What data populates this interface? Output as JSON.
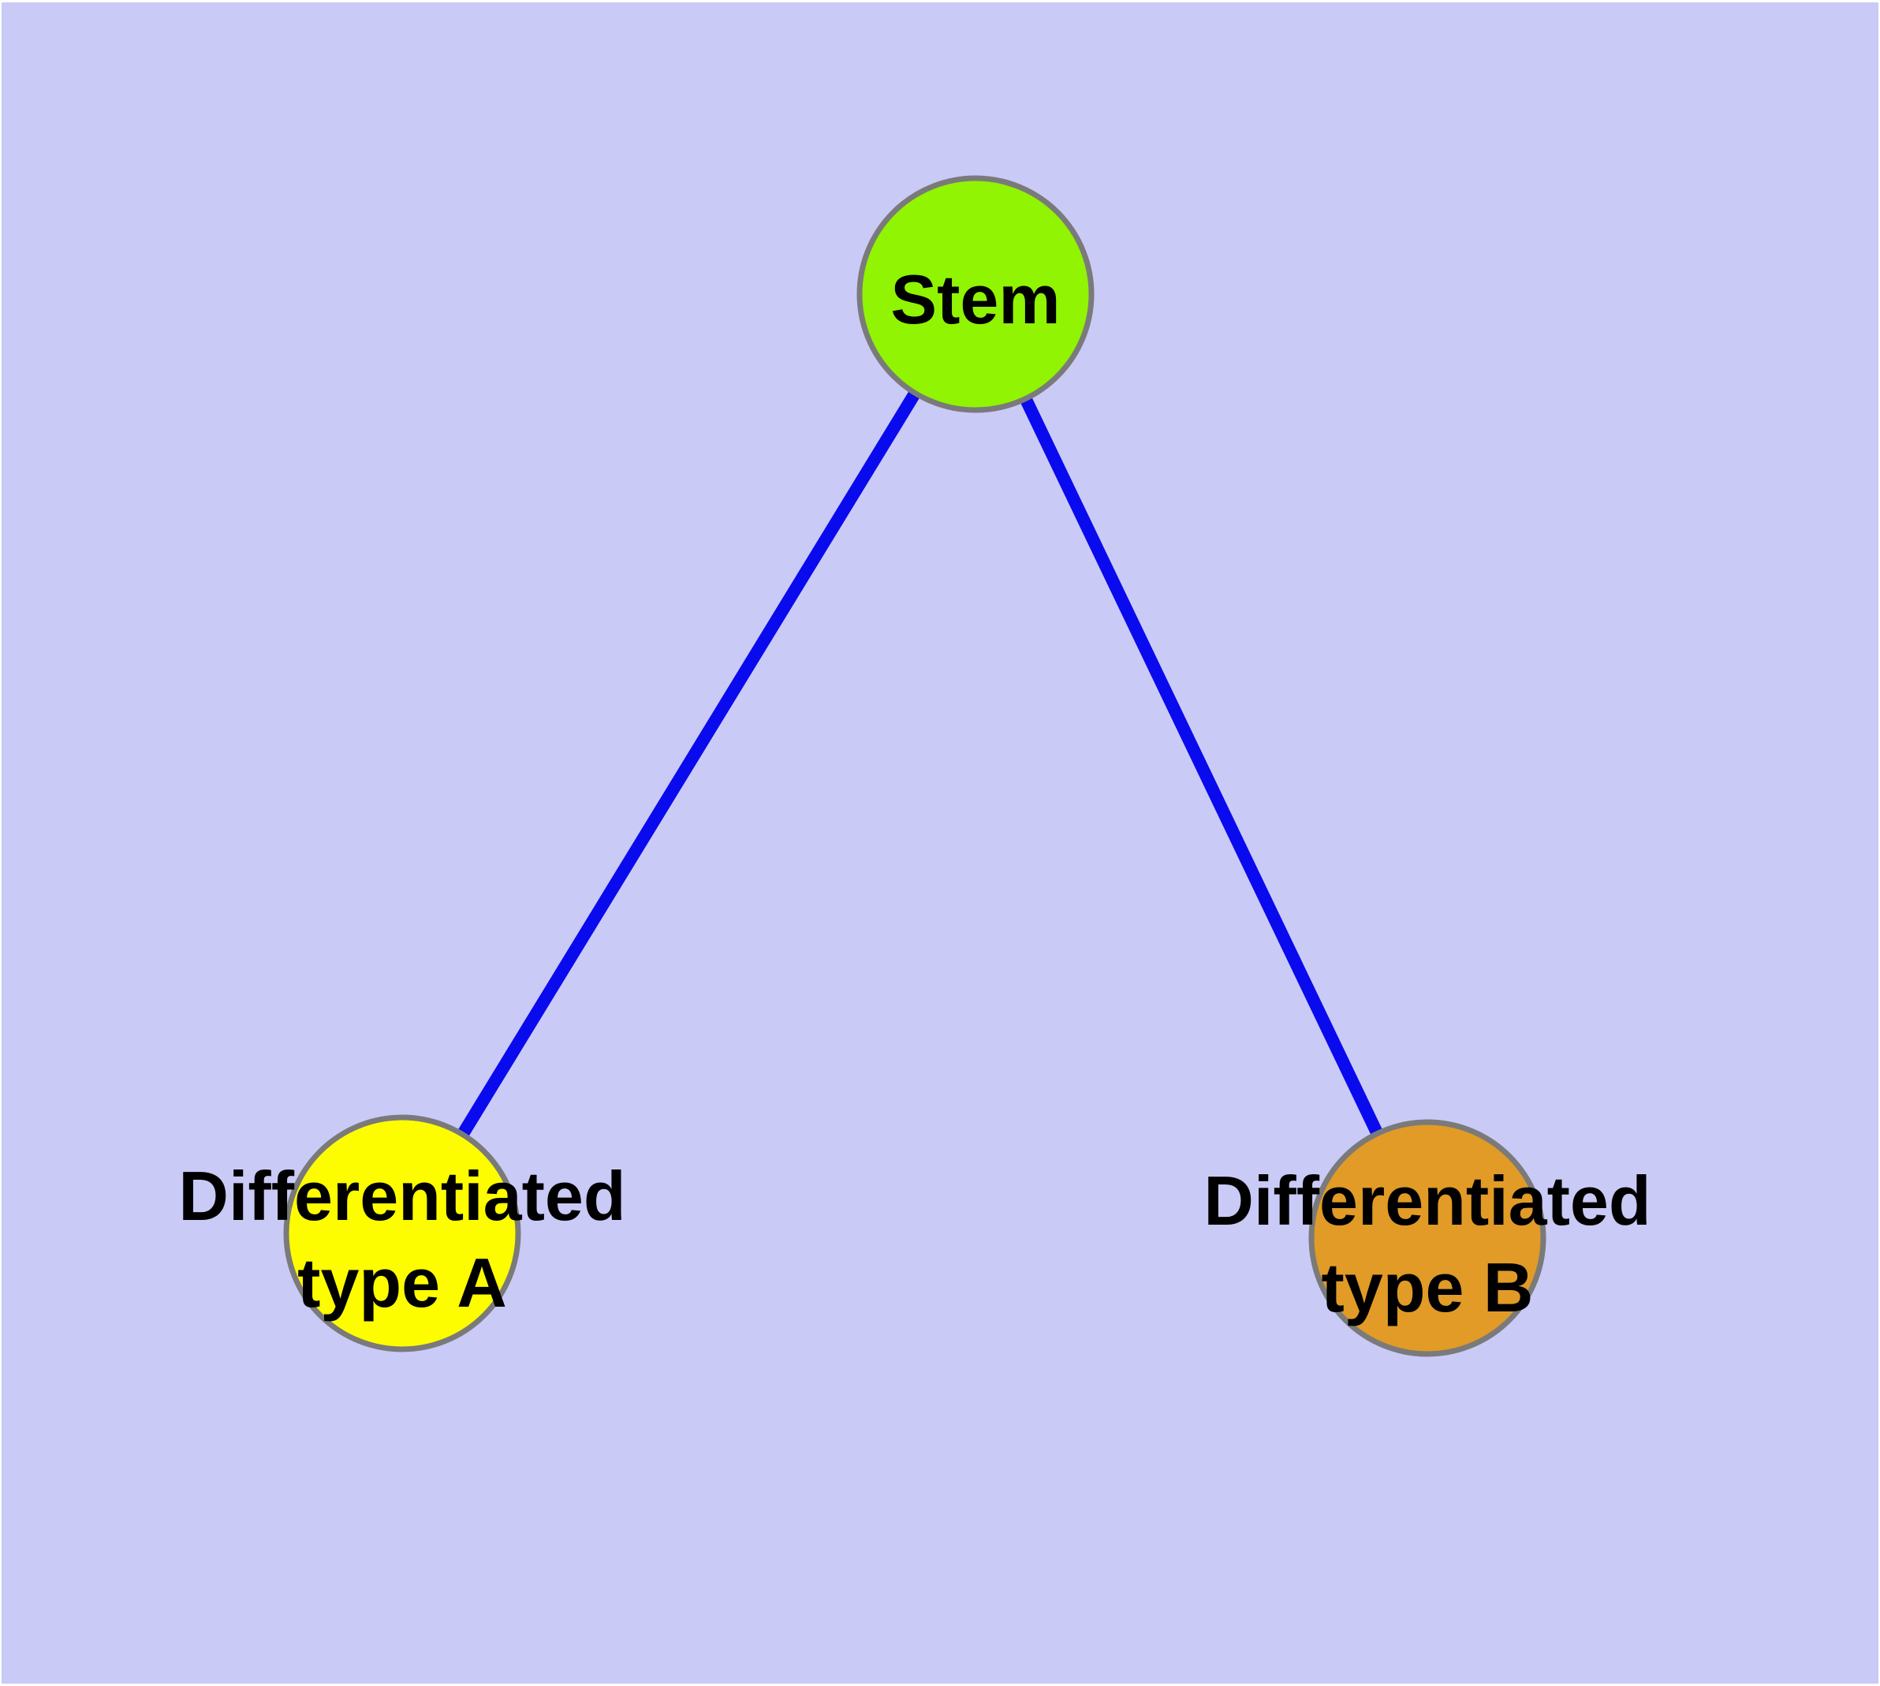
{
  "figure": {
    "title": "",
    "kind": "node-link-diagram",
    "background_color": "#cacaf7",
    "page_frame_color": "#ffffff",
    "edge_color": "#0a0aee",
    "node_border_color": "#7a7a7a",
    "label_color": "#000000",
    "nodes": [
      {
        "id": "stem",
        "label": "Stem",
        "fill": "#90f402"
      },
      {
        "id": "differentiated-type-a",
        "label_line1": "Differentiated",
        "label_line2": "type A",
        "fill": "#fdfd00"
      },
      {
        "id": "differentiated-type-b",
        "label_line1": "Differentiated",
        "label_line2": "type B",
        "fill": "#e19b26"
      }
    ],
    "edges": [
      {
        "from": "stem",
        "to": "differentiated-type-a"
      },
      {
        "from": "stem",
        "to": "differentiated-type-b"
      }
    ]
  }
}
